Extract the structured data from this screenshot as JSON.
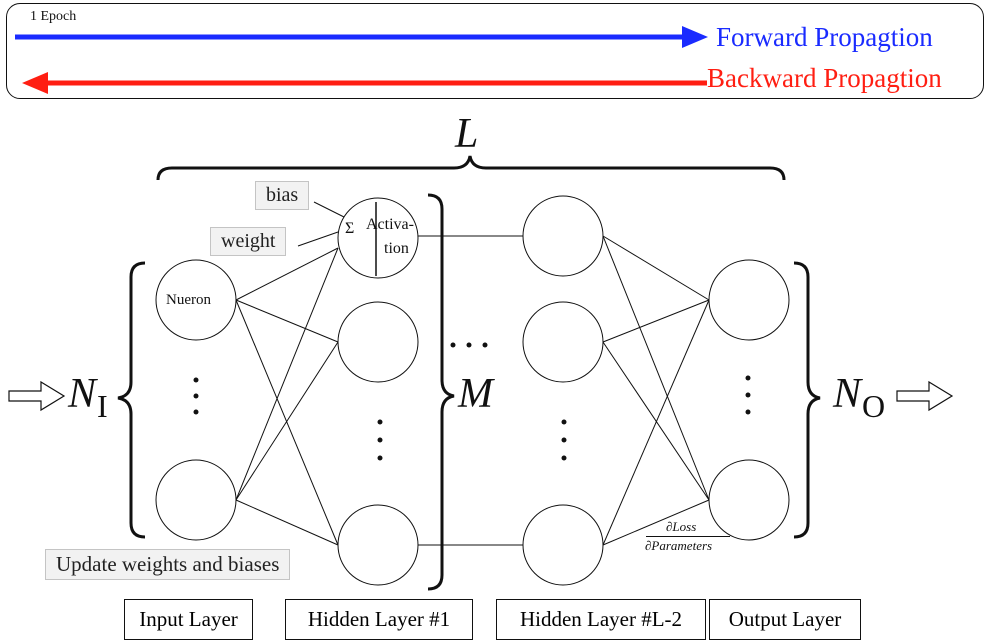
{
  "epoch": {
    "label": "1 Epoch",
    "forward": "Forward Propagtion",
    "backward": "Backward Propagtion",
    "forward_color": "#1a2bff",
    "backward_color": "#ff1e12"
  },
  "depth_symbol": "L",
  "annotations": {
    "bias": "bias",
    "weight": "weight",
    "neuron": "Nueron",
    "sigma": "Σ",
    "activation_line1": "Activa-",
    "activation_line2": "tion",
    "update": "Update weights and biases"
  },
  "symbols": {
    "input_main": "N",
    "input_sub": "I",
    "output_main": "N",
    "output_sub": "O",
    "width": "M",
    "grad_num": "∂Loss",
    "grad_den": "∂Parameters"
  },
  "layers": [
    "Input Layer",
    "Hidden Layer #1",
    "Hidden Layer #L-2",
    "Output Layer"
  ]
}
